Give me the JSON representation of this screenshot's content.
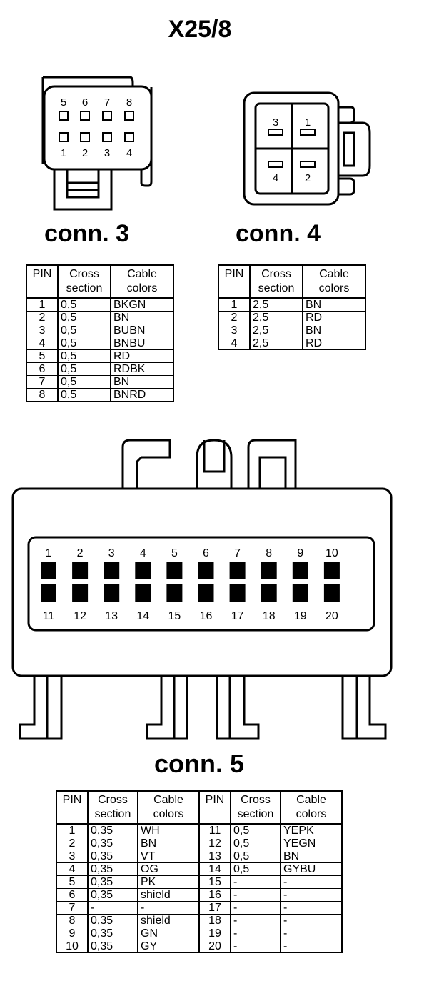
{
  "title": "X25/8",
  "headers": {
    "pin": "PIN",
    "cross_line1": "Cross",
    "cross_line2": "section",
    "cable_line1": "Cable",
    "cable_line2": "colors"
  },
  "conn3": {
    "label": "conn. 3",
    "top_pins": [
      "5",
      "6",
      "7",
      "8"
    ],
    "bottom_pins": [
      "1",
      "2",
      "3",
      "4"
    ],
    "rows": [
      [
        "1",
        "0,5",
        "BKGN"
      ],
      [
        "2",
        "0,5",
        "BN"
      ],
      [
        "3",
        "0,5",
        "BUBN"
      ],
      [
        "4",
        "0,5",
        "BNBU"
      ],
      [
        "5",
        "0,5",
        "RD"
      ],
      [
        "6",
        "0,5",
        "RDBK"
      ],
      [
        "7",
        "0,5",
        "BN"
      ],
      [
        "8",
        "0,5",
        "BNRD"
      ]
    ]
  },
  "conn4": {
    "label": "conn. 4",
    "pins": [
      "3",
      "1",
      "4",
      "2"
    ],
    "rows": [
      [
        "1",
        "2,5",
        "BN"
      ],
      [
        "2",
        "2,5",
        "RD"
      ],
      [
        "3",
        "2,5",
        "BN"
      ],
      [
        "4",
        "2,5",
        "RD"
      ]
    ]
  },
  "conn5": {
    "label": "conn. 5",
    "top_pins": [
      "1",
      "2",
      "3",
      "4",
      "5",
      "6",
      "7",
      "8",
      "9",
      "10"
    ],
    "bottom_pins": [
      "11",
      "12",
      "13",
      "14",
      "15",
      "16",
      "17",
      "18",
      "19",
      "20"
    ],
    "rows": [
      [
        "1",
        "0,35",
        "WH",
        "11",
        "0,5",
        "YEPK"
      ],
      [
        "2",
        "0,35",
        "BN",
        "12",
        "0,5",
        "YEGN"
      ],
      [
        "3",
        "0,35",
        "VT",
        "13",
        "0,5",
        "BN"
      ],
      [
        "4",
        "0,35",
        "OG",
        "14",
        "0,5",
        "GYBU"
      ],
      [
        "5",
        "0,35",
        "PK",
        "15",
        "-",
        "-"
      ],
      [
        "6",
        "0,35",
        "shield",
        "16",
        "-",
        "-"
      ],
      [
        "7",
        "-",
        "-",
        "17",
        "-",
        "-"
      ],
      [
        "8",
        "0,35",
        "shield",
        "18",
        "-",
        "-"
      ],
      [
        "9",
        "0,35",
        "GN",
        "19",
        "-",
        "-"
      ],
      [
        "10",
        "0,35",
        "GY",
        "20",
        "-",
        "-"
      ]
    ]
  }
}
